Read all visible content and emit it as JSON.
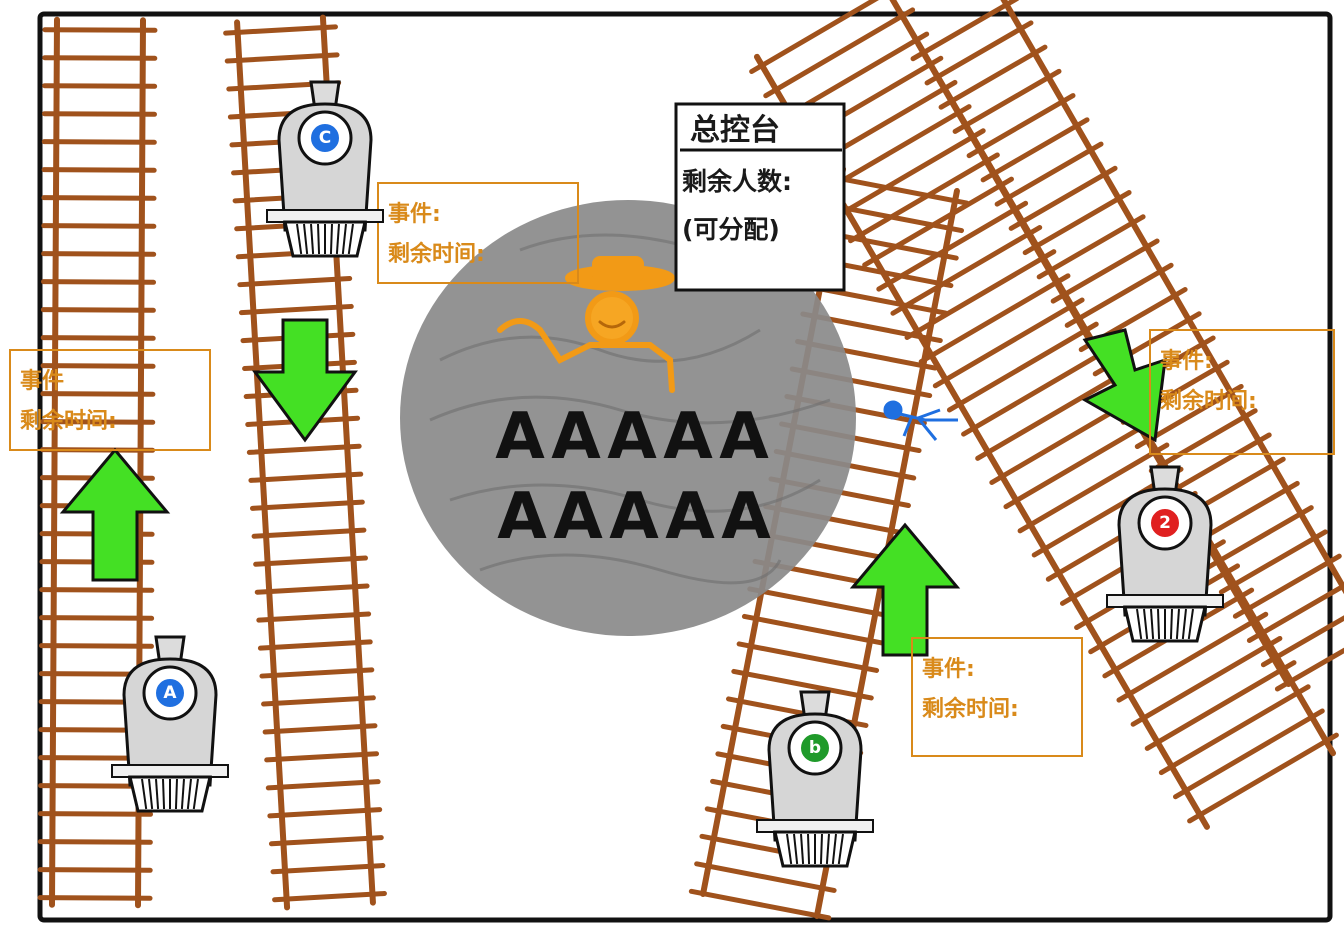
{
  "trains": [
    {
      "id": "train-c",
      "badge": "C",
      "badge_color": "#1f6fe0"
    },
    {
      "id": "train-a",
      "badge": "A",
      "badge_color": "#1f6fe0"
    },
    {
      "id": "train-b",
      "badge": "b",
      "badge_color": "#1f9a2a"
    },
    {
      "id": "train-2",
      "badge": "2",
      "badge_color": "#e02020"
    }
  ],
  "event_panels": [
    {
      "line1": "事件:",
      "line2": "剩余时间:"
    },
    {
      "line1": "事件",
      "line2": "剩余时间:"
    },
    {
      "line1": "事件:",
      "line2": "剩余时间:"
    },
    {
      "line1": "事件:",
      "line2": "剩余时间:"
    }
  ],
  "console": {
    "title": "总控台",
    "line1": "剩余人数:",
    "line2": "(可分配)"
  },
  "crowd": {
    "glyph": "A",
    "rows": 2,
    "per_row": 5
  },
  "colors": {
    "track": "#a0521c",
    "arrow": "#44e024",
    "platform": "#8a8a8a",
    "conductor": "#f29a16",
    "event_text": "#d98a1a",
    "border": "#111111"
  },
  "icons": {
    "player_marker": "stick-figure-icon",
    "conductor": "cowboy-hat-figure-icon"
  }
}
